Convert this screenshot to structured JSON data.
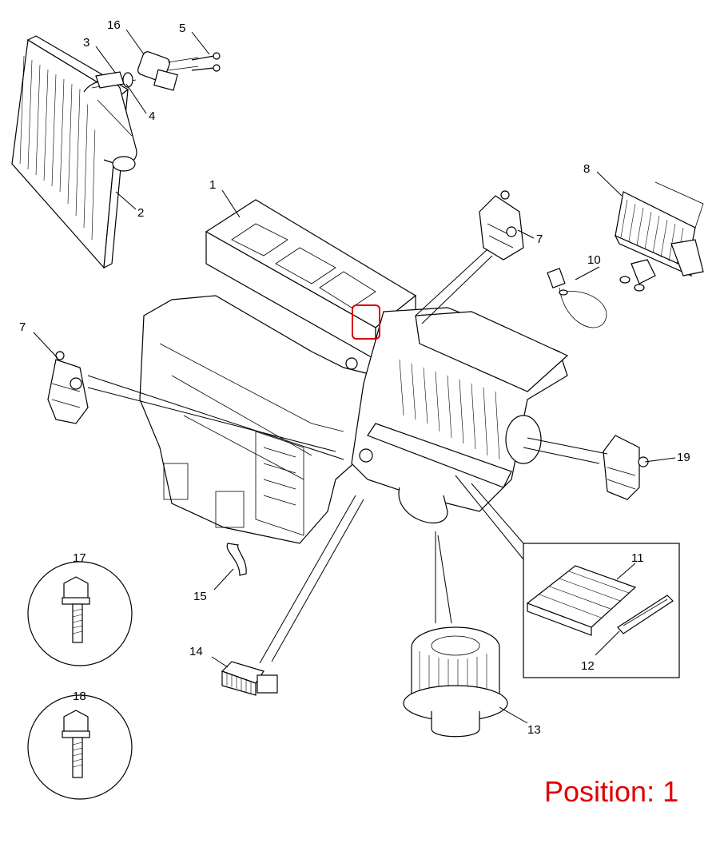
{
  "callouts": {
    "c1": "1",
    "c2": "2",
    "c3": "3",
    "c4": "4",
    "c5": "5",
    "c7a": "7",
    "c7b": "7",
    "c8": "8",
    "c10": "10",
    "c11": "11",
    "c12": "12",
    "c13": "13",
    "c14": "14",
    "c15": "15",
    "c16": "16",
    "c17": "17",
    "c18": "18",
    "c19": "19"
  },
  "position_label": "Position: 1",
  "colors": {
    "highlight": "#e00000",
    "line": "#000000",
    "background": "#ffffff"
  }
}
